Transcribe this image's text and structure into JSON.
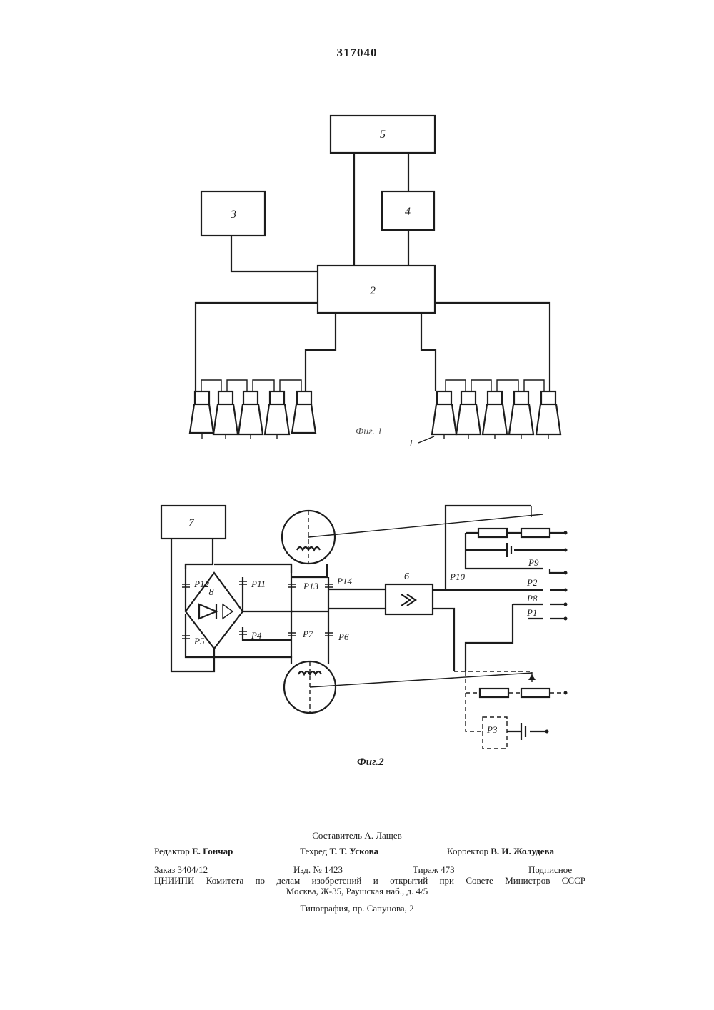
{
  "header": {
    "patent_number": "317040"
  },
  "fig1": {
    "caption": "Фиг. 1",
    "blocks": {
      "b5": "5",
      "b3": "3",
      "b4": "4",
      "b2": "2"
    },
    "ref1": "1"
  },
  "fig2": {
    "caption": "Фиг.2",
    "blocks": {
      "b7": "7",
      "b8": "8",
      "b6": "6"
    },
    "relays": {
      "p12": "P12",
      "p11": "P11",
      "p13": "P13",
      "p14": "P14",
      "p4": "P4",
      "p7": "P7",
      "p6": "P6",
      "p5": "P5",
      "p9": "P9",
      "p10": "P10",
      "p2": "P2",
      "p8": "P8",
      "p1": "P1",
      "p3": "P3"
    }
  },
  "footer": {
    "compiler": "Составитель А. Лащев",
    "editor_label": "Редактор",
    "editor_name": "Е. Гончар",
    "techred_label": "Техред",
    "techred_name": "Т. Т. Ускова",
    "corrector_label": "Корректор",
    "corrector_name": "В. И. Жолудева",
    "order": "Заказ 3404/12",
    "edition": "Изд. № 1423",
    "circulation": "Тираж 473",
    "subscription": "Подписное",
    "institute": "ЦНИИПИ Комитета по делам изобретений и открытий при Совете Министров СССР",
    "address": "Москва, Ж-35, Раушская наб., д. 4/5",
    "printer": "Типография, пр. Сапунова, 2"
  }
}
